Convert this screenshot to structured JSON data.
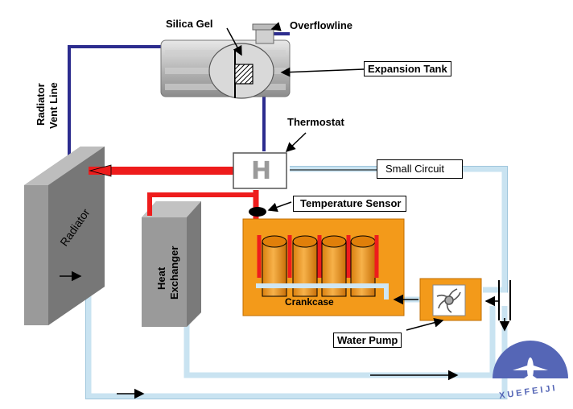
{
  "labels": {
    "silica_gel": "Silica Gel",
    "overflowline": "Overflowline",
    "expansion_tank": "Expansion Tank",
    "radiator_vent_line_1": "Radiator",
    "radiator_vent_line_2": "Vent Line",
    "thermostat": "Thermostat",
    "thermostat_symbol": "H",
    "small_circuit": "Small Circuit",
    "temperature_sensor": "Temperature Sensor",
    "radiator": "Radiator",
    "heat_exchanger_1": "Heat",
    "heat_exchanger_2": "Exchanger",
    "crankcase": "Crankcase",
    "water_pump": "Water Pump",
    "watermark": "XUEFEIJI"
  },
  "colors": {
    "hot_coolant": "#ee1c1c",
    "cold_coolant": "#cfe6f3",
    "vent_line": "#2a2a8a",
    "engine_block": "#f39a1a",
    "radiator": "#8a8a8a",
    "watermark": "#5a6ab8"
  },
  "icons": [
    "arrow-icon",
    "pump-impeller-icon",
    "airplane-logo-icon"
  ]
}
